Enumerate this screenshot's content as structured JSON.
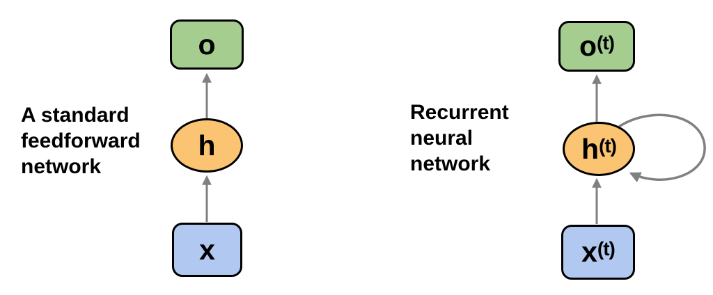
{
  "figure": {
    "colors": {
      "output_fill": "#a5cd8f",
      "hidden_fill": "#fbc472",
      "input_fill": "#b1c9f0",
      "node_border": "#000000",
      "arrow": "#808080",
      "text": "#000000",
      "background": "#ffffff"
    },
    "left": {
      "caption": "A standard\nfeedforward\nnetwork",
      "nodes": {
        "output": {
          "base": "o",
          "sup": ""
        },
        "hidden": {
          "base": "h",
          "sup": ""
        },
        "input": {
          "base": "x",
          "sup": ""
        }
      }
    },
    "right": {
      "caption": "Recurrent\nneural\nnetwork",
      "nodes": {
        "output": {
          "base": "o",
          "sup": "(t)"
        },
        "hidden": {
          "base": "h",
          "sup": "(t)"
        },
        "input": {
          "base": "x",
          "sup": "(t)"
        }
      }
    }
  }
}
